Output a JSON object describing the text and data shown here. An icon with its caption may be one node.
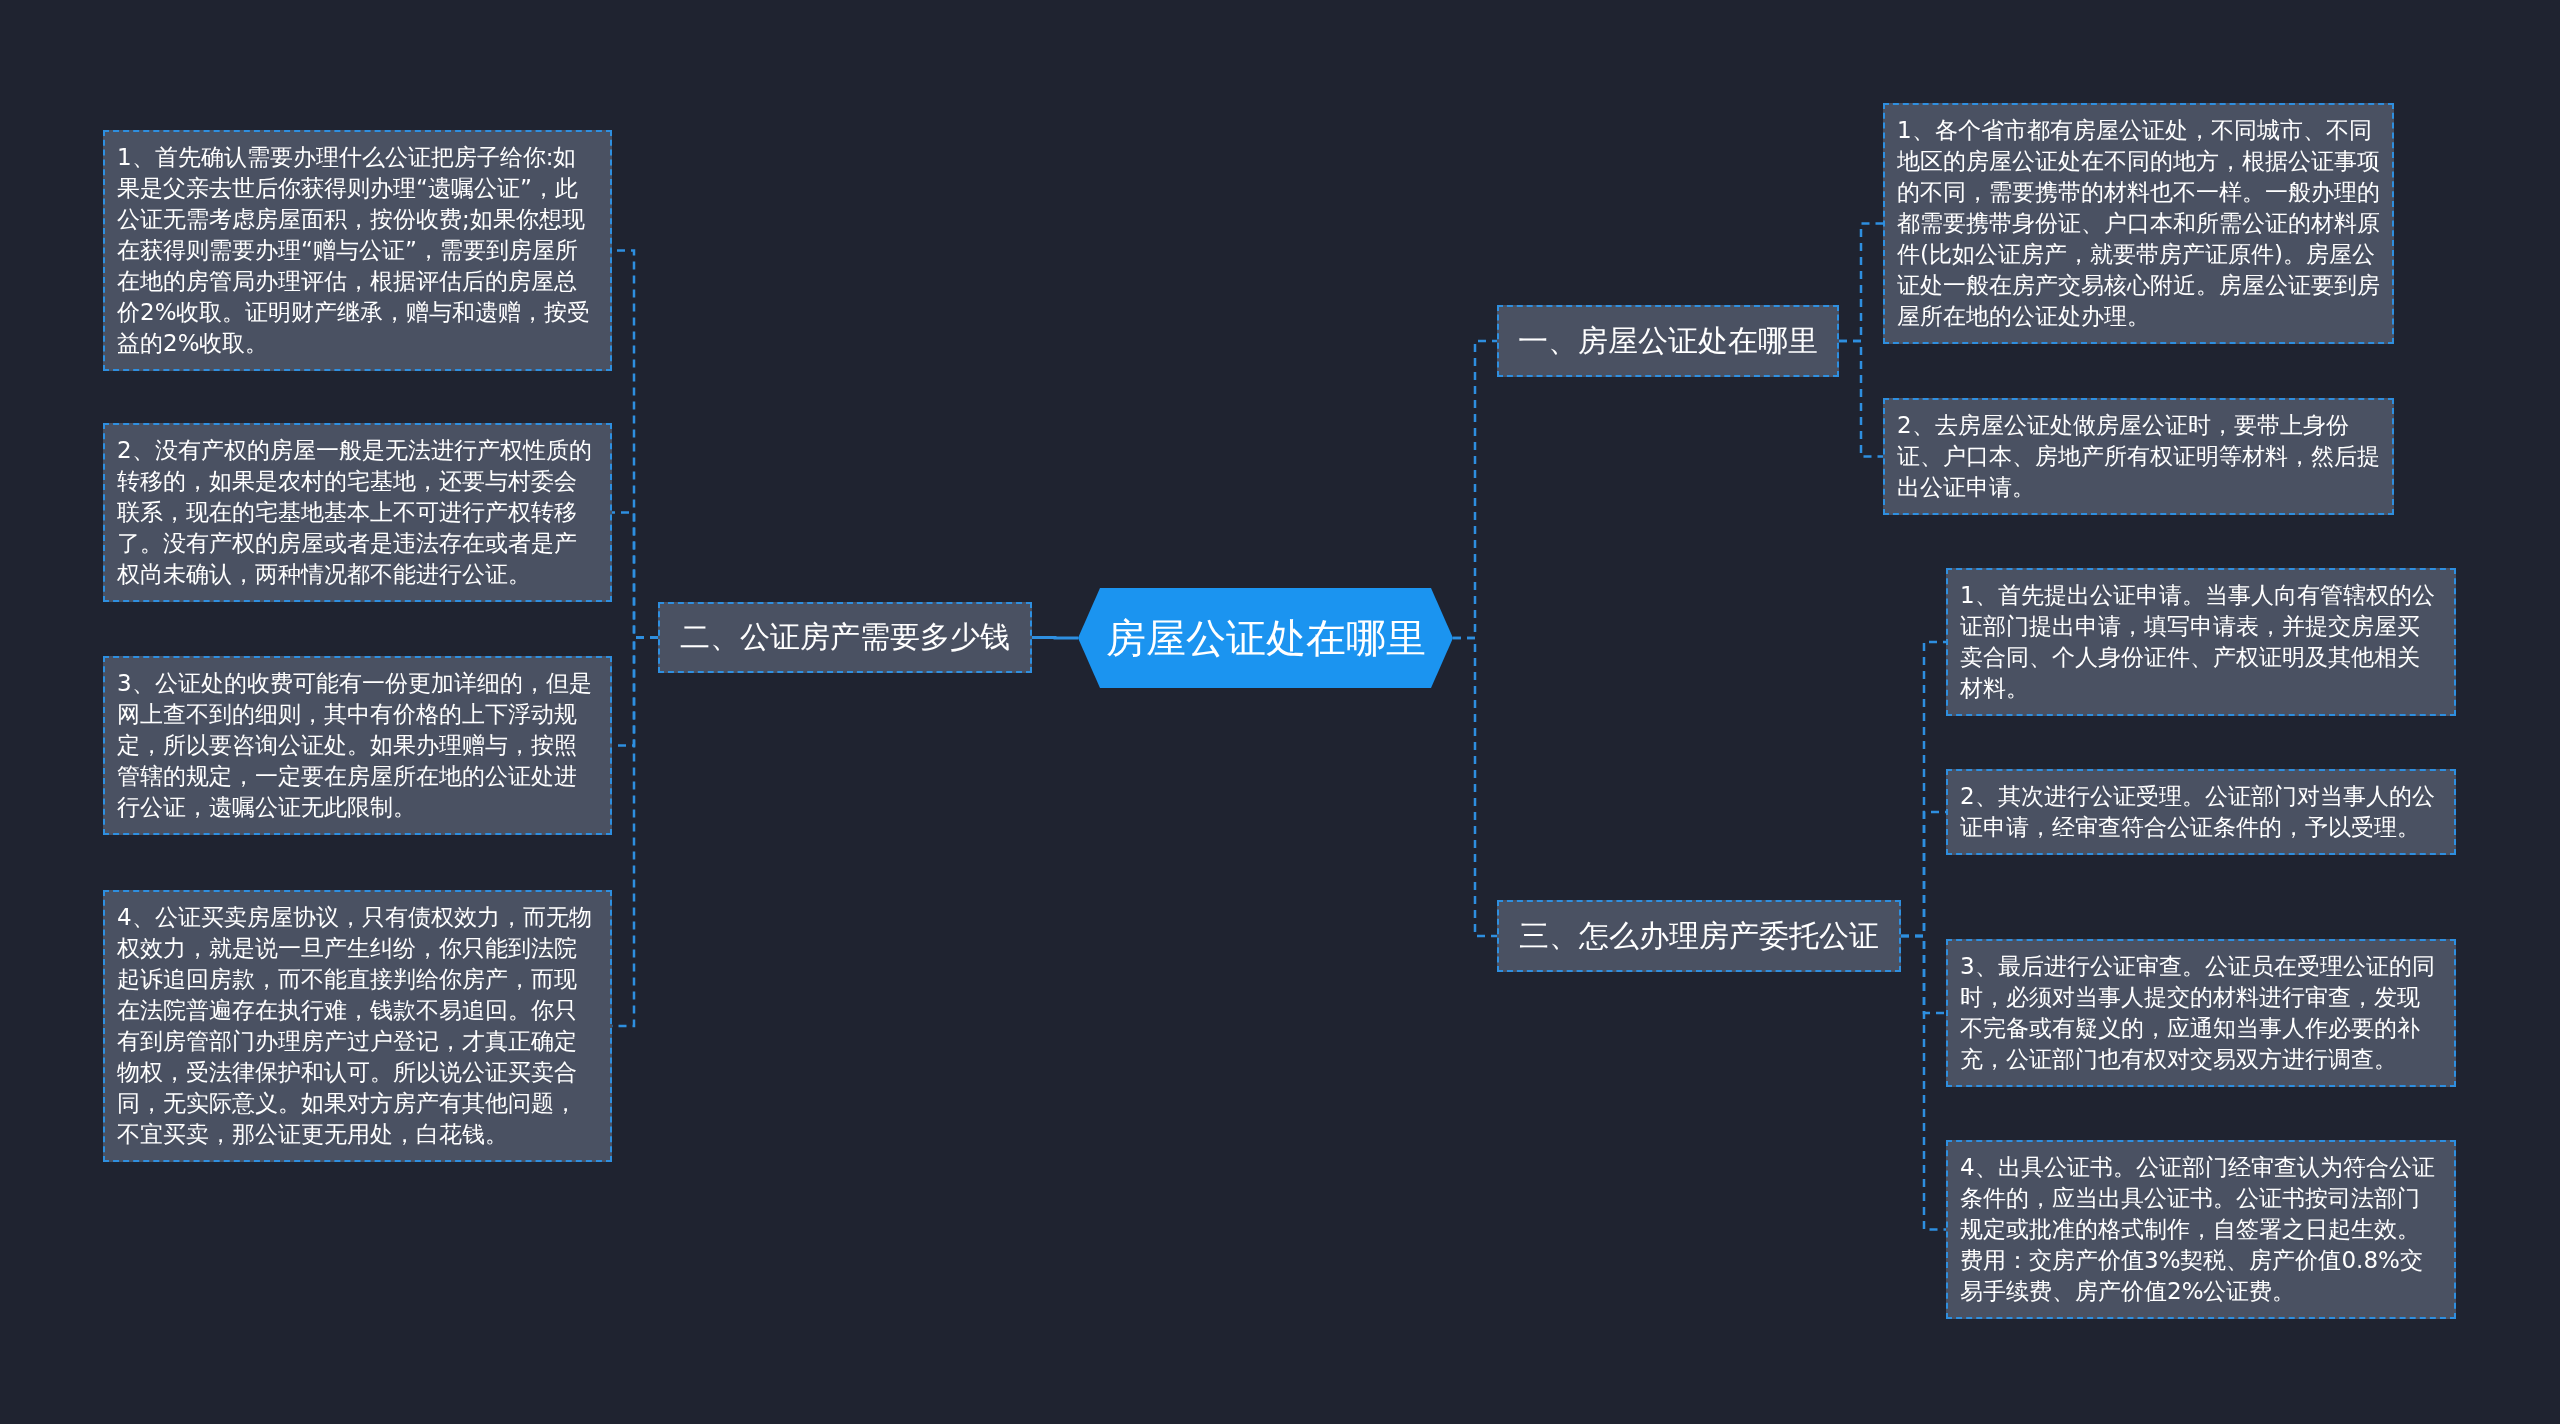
{
  "diagram": {
    "nodes": [
      {
        "text": [
          "房屋公证处在哪里"
        ]
      },
      {
        "text": [
          "一、房屋公证处在哪里"
        ]
      },
      {
        "text": [
          "1、各个省市都有房屋公证处，不同城市、不同地区的房屋公证处在不同的地方，根据公证事项的不同，需要携带的材料也不一样。一般办理的都需要携带身份证、户口本和所需公证的材料原件(比如公证房产，就要带房产证原件)。房屋公证处一般在房产交易核心附近。房屋公证要到房屋所在地的公证处办理。"
        ]
      },
      {
        "text": [
          "2、去房屋公证处做房屋公证时，要带上身份证、户口本、房地产所有权证明等材料，然后提出公证申请。"
        ]
      },
      {
        "text": [
          "二、公证房产需要多少钱"
        ]
      },
      {
        "text": [
          "1、首先确认需要办理什么公证把房子给你:如果是父亲去世后你获得则办理“遗嘱公证”，此公证无需考虑房屋面积，按份收费;如果你想现在获得则需要办理“赠与公证”，需要到房屋所在地的房管局办理评估，根据评估后的房屋总价2%收取。证明财产继承，赠与和遗赠，按受益的2%收取。"
        ]
      },
      {
        "text": [
          "2、没有产权的房屋一般是无法进行产权性质的转移的，如果是农村的宅基地，还要与村委会联系，现在的宅基地基本上不可进行产权转移了。没有产权的房屋或者是违法存在或者是产权尚未确认，两种情况都不能进行公证。"
        ]
      },
      {
        "text": [
          "3、公证处的收费可能有一份更加详细的，但是网上查不到的细则，其中有价格的上下浮动规定，所以要咨询公证处。如果办理赠与，按照管辖的规定，一定要在房屋所在地的公证处进行公证，遗嘱公证无此限制。"
        ]
      },
      {
        "text": [
          "4、公证买卖房屋协议，只有债权效力，而无物权效力，就是说一旦产生纠纷，你只能到法院起诉追回房款，而不能直接判给你房产，而现在法院普遍存在执行难，钱款不易追回。你只有到房管部门办理房产过户登记，才真正确定物权，受法律保护和认可。所以说公证买卖合同，无实际意义。如果对方房产有其他问题，不宜买卖，那公证更无用处，白花钱。"
        ]
      },
      {
        "text": [
          "三、怎么办理房产委托公证"
        ]
      },
      {
        "text": [
          "1、首先提出公证申请。当事人向有管辖权的公证部门提出申请，填写申请表，并提交房屋买卖合同、个人身份证件、产权证明及其他相关材料。"
        ]
      },
      {
        "text": [
          "2、其次进行公证受理。公证部门对当事人的公证申请，经审查符合公证条件的，予以受理。"
        ]
      },
      {
        "text": [
          "3、最后进行公证审查。公证员在受理公证的同时，必须对当事人提交的材料进行审查，发现不完备或有疑义的，应通知当事人作必要的补充，公证部门也有权对交易双方进行调查。"
        ]
      },
      {
        "text": [
          "4、出具公证书。公证部门经审查认为符合公证条件的，应当出具公证书。公证书按司法部门规定或批准的格式制作，自签署之日起生效。费用：交房产价值3%契税、房产价值0.8%交易手续费、房产价值2%公证费。"
        ]
      }
    ],
    "edges": [
      {
        "from": 0,
        "to": 1,
        "arrow": "none",
        "style": "dashed"
      },
      {
        "from": 1,
        "to": 2,
        "arrow": "none",
        "style": "dashed"
      },
      {
        "from": 1,
        "to": 3,
        "arrow": "none",
        "style": "dashed"
      },
      {
        "from": 0,
        "to": 4,
        "arrow": "none"
      },
      {
        "from": 4,
        "to": 5,
        "arrow": "none",
        "style": "dashed"
      },
      {
        "from": 4,
        "to": 6,
        "arrow": "none",
        "style": "dashed"
      },
      {
        "from": 4,
        "to": 7,
        "arrow": "none",
        "style": "dashed"
      },
      {
        "from": 4,
        "to": 8,
        "arrow": "none",
        "style": "dashed"
      },
      {
        "from": 0,
        "to": 9,
        "arrow": "none",
        "style": "dashed"
      },
      {
        "from": 9,
        "to": 10,
        "arrow": "none",
        "style": "dashed"
      },
      {
        "from": 9,
        "to": 11,
        "arrow": "none",
        "style": "dashed"
      },
      {
        "from": 9,
        "to": 12,
        "arrow": "none",
        "style": "dashed"
      },
      {
        "from": 9,
        "to": 13,
        "arrow": "none",
        "style": "dashed"
      }
    ]
  }
}
